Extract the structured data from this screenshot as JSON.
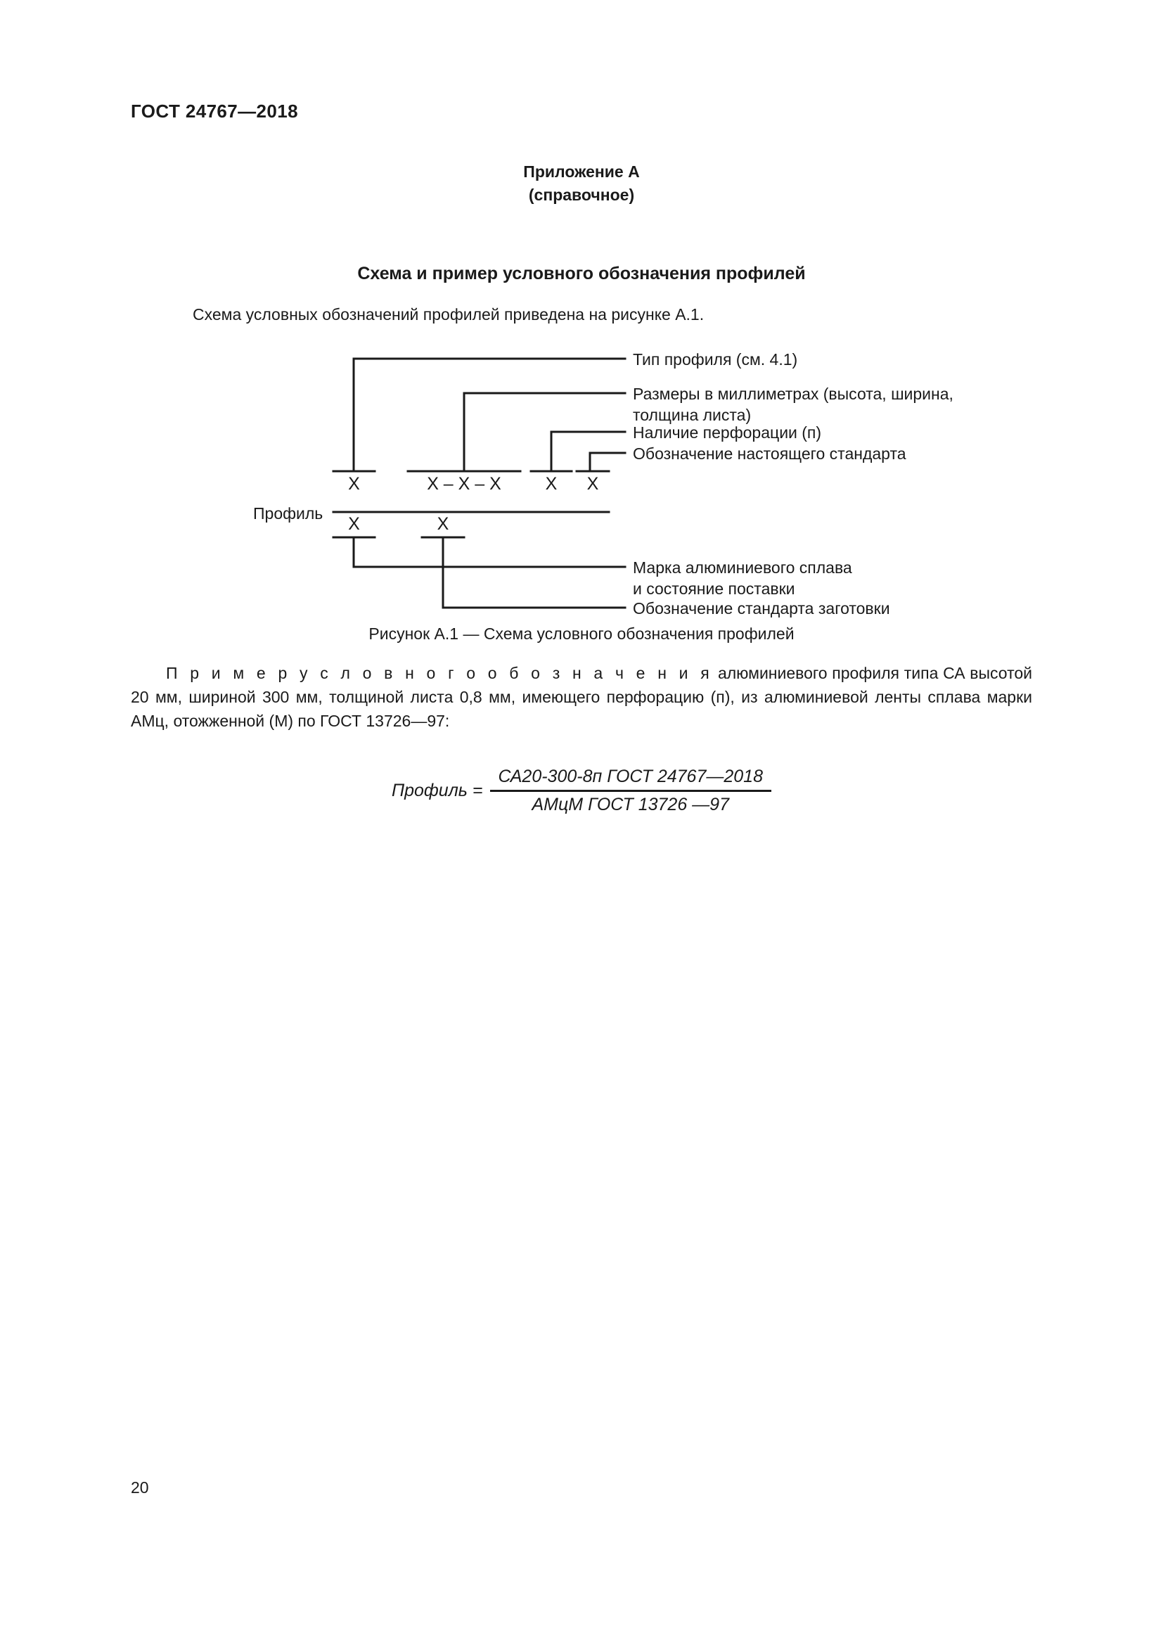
{
  "header": {
    "standard_designation": "ГОСТ 24767—2018"
  },
  "appendix": {
    "title": "Приложение А",
    "subtitle": "(справочное)"
  },
  "section": {
    "title": "Схема и пример условного обозначения профилей"
  },
  "intro": {
    "text": "Схема условных обозначений профилей приведена на рисунке А.1."
  },
  "scheme": {
    "profile_word": "Профиль",
    "numerator_cells": [
      "X",
      "X – X – X",
      "X",
      "X"
    ],
    "denominator_cells": [
      "X",
      "X"
    ],
    "callouts": [
      "Тип профиля (см. 4.1)",
      "Размеры в миллиметрах (высота, ширина,",
      "толщина листа)",
      "Наличие перфорации (п)",
      "Обозначение настоящего стандарта",
      "Марка алюминиевого сплава",
      "и состояние поставки",
      "Обозначение стандарта заготовки"
    ],
    "line_color": "#1a1a1a"
  },
  "figure_caption": {
    "text": "Рисунок А.1 — Схема условного обозначения профилей"
  },
  "example": {
    "lead_spaced": "П р и м е р   у с л о в н о г о   о б о з н а ч е н и я",
    "body": " алюминиевого профиля типа СА высотой 20 мм, шириной 300 мм, толщиной листа 0,8 мм, имеющего перфорацию (п), из алюминиевой ленты сплава марки АМц, отожженной (М) по ГОСТ 13726—97:"
  },
  "formula": {
    "lhs": "Профиль =",
    "numerator": "СА20-300-8п ГОСТ 24767—2018",
    "denominator": "АМцМ ГОСТ 13726 —97"
  },
  "footer": {
    "page_number": "20"
  }
}
